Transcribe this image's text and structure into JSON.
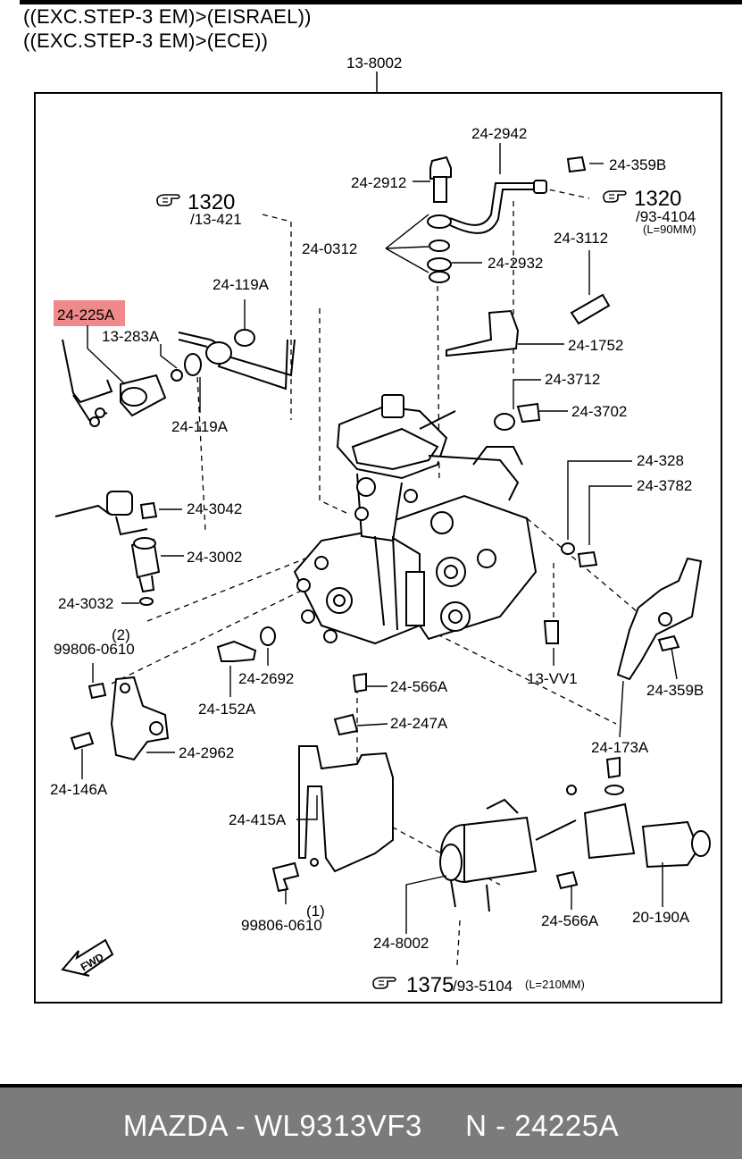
{
  "header": {
    "line1": "((EXC.STEP-3 EM)>(EISRAEL))",
    "line2": "((EXC.STEP-3 EM)>(ECE))"
  },
  "highlight_color": "#f08a8a",
  "labels": {
    "assembly": "13-8002",
    "l_24_2942": "24-2942",
    "l_24_359B_top": "24-359B",
    "l_24_2912": "24-2912",
    "l_1320_left": "1320",
    "l_13_421": "/13-421",
    "l_1320_right": "1320",
    "l_93_4104": "/93-4104",
    "l_90mm": "(L=90MM)",
    "l_24_0312": "24-0312",
    "l_24_2932": "24-2932",
    "l_24_3112": "24-3112",
    "l_24_119A_top": "24-119A",
    "l_24_225A": "24-225A",
    "l_13_283A": "13-283A",
    "l_24_1752": "24-1752",
    "l_24_3712": "24-3712",
    "l_24_3702": "24-3702",
    "l_24_119A_bottom": "24-119A",
    "l_24_328": "24-328",
    "l_24_3782": "24-3782",
    "l_24_3042": "24-3042",
    "l_24_3002": "24-3002",
    "l_24_3032": "24-3032",
    "l_2": "(2)",
    "l_99806_0610_top": "99806-0610",
    "l_24_2692": "24-2692",
    "l_13_VV1": "13-VV1",
    "l_24_359B_bottom": "24-359B",
    "l_24_152A": "24-152A",
    "l_24_566A_top": "24-566A",
    "l_24_247A": "24-247A",
    "l_24_2962": "24-2962",
    "l_24_173A": "24-173A",
    "l_24_146A": "24-146A",
    "l_24_415A": "24-415A",
    "l_1": "(1)",
    "l_99806_0610_bottom": "99806-0610",
    "l_24_566A_bottom": "24-566A",
    "l_20_190A": "20-190A",
    "l_24_8002": "24-8002",
    "l_fwd": "FWD",
    "l_1375": "1375",
    "l_93_5104": "/93-5104",
    "l_210mm": "(L=210MM)"
  },
  "footer": {
    "brand": "MAZDA",
    "part_number": "WL9313VF3",
    "catalog_ref": "N - 24225A",
    "text": "MAZDA - WL9313VF3     N - 24225A"
  }
}
